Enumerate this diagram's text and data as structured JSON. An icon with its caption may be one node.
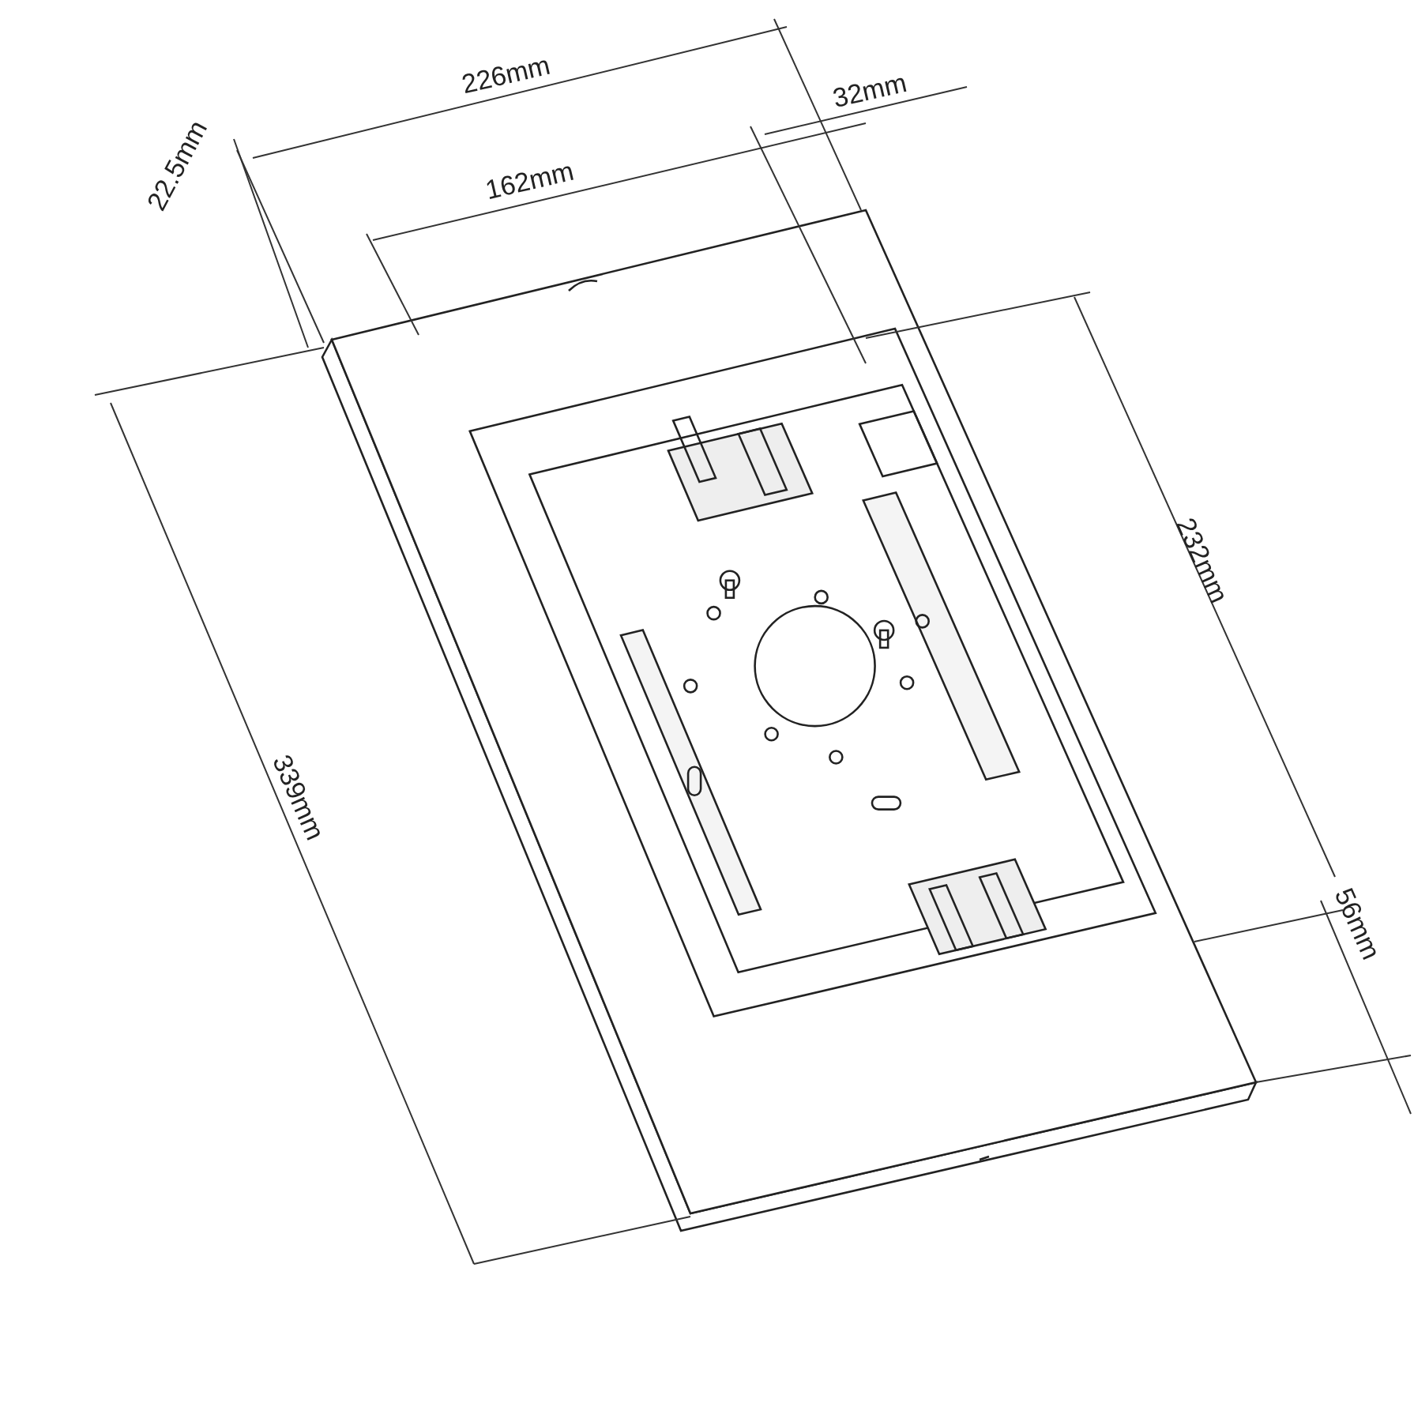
{
  "diagram": {
    "labels": [
      "22.5mm",
      "226mm",
      "32mm",
      "162mm",
      "232mm",
      "339mm",
      "56mm"
    ]
  }
}
